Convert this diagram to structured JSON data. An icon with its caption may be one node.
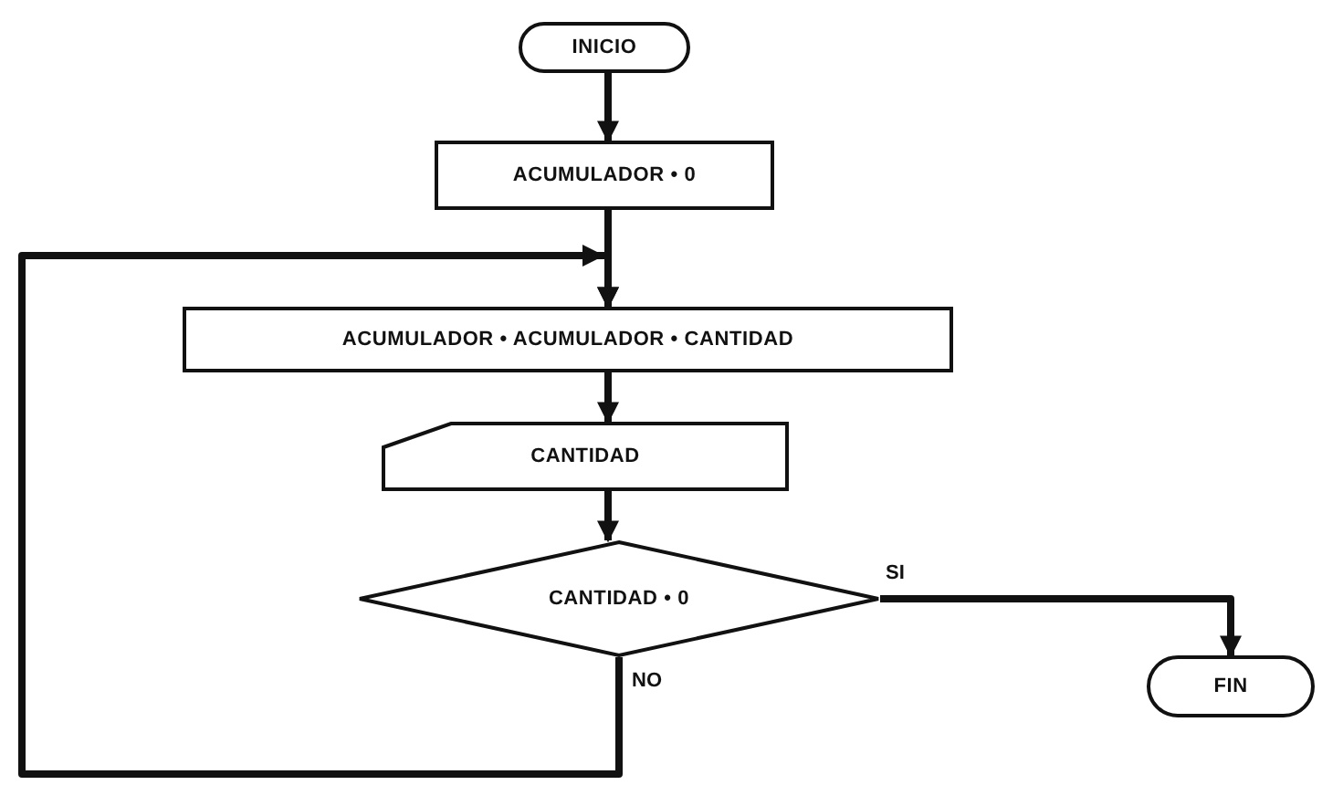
{
  "diagram": {
    "nodes": [
      {
        "text": [
          "INICIO"
        ]
      },
      {
        "text": [
          "ACUMULADOR • 0"
        ]
      },
      {
        "text": [
          "ACUMULADOR • ACUMULADOR • CANTIDAD"
        ]
      },
      {
        "text": [
          "CANTIDAD"
        ]
      },
      {
        "text": [
          "CANTIDAD • 0"
        ]
      },
      {
        "text": [
          "FIN"
        ]
      }
    ],
    "edges": [
      {
        "from": 0,
        "to": 1,
        "arrow": "to"
      },
      {
        "from": 1,
        "to": 2,
        "arrow": "to"
      },
      {
        "from": 2,
        "to": 3,
        "arrow": "to"
      },
      {
        "from": 3,
        "to": 4,
        "arrow": "to"
      },
      {
        "from": 4,
        "to": 5,
        "arrow": "to",
        "label": "SI"
      },
      {
        "from": 4,
        "to": 2,
        "arrow": "to",
        "label": "NO"
      }
    ]
  }
}
